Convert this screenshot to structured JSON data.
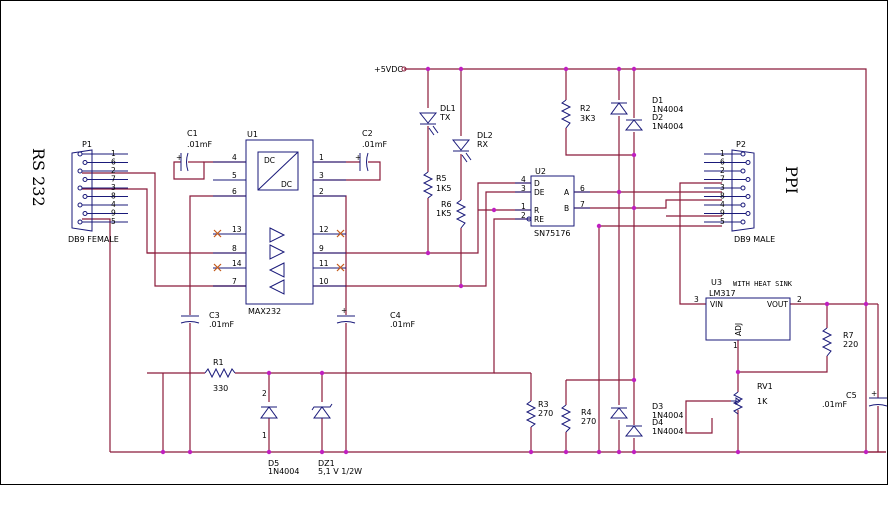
{
  "power": {
    "label": "+5VDC"
  },
  "side_left": "RS 232",
  "side_right": "PPI",
  "connectors": {
    "p1": {
      "ref": "P1",
      "name": "DB9 FEMALE",
      "pins": [
        "1",
        "6",
        "2",
        "7",
        "3",
        "8",
        "4",
        "9",
        "5"
      ]
    },
    "p2": {
      "ref": "P2",
      "name": "DB9 MALE",
      "pins": [
        "1",
        "6",
        "2",
        "7",
        "3",
        "8",
        "4",
        "9",
        "5"
      ]
    }
  },
  "u1": {
    "ref": "U1",
    "name": "MAX232",
    "dc1": "DC",
    "dc2": "DC",
    "left_pins": [
      "4",
      "5",
      "6",
      "13",
      "8",
      "14",
      "7"
    ],
    "right_pins": [
      "1",
      "3",
      "2",
      "12",
      "9",
      "11",
      "10"
    ]
  },
  "u2": {
    "ref": "U2",
    "name": "SN75176",
    "pins": [
      "4",
      "3",
      "1",
      "2",
      "6",
      "7"
    ],
    "labels": [
      "D",
      "DE",
      "R",
      "RE",
      "A",
      "B"
    ]
  },
  "u3": {
    "ref": "U3",
    "name": "LM317",
    "note": "WITH HEAT SINK",
    "vin": "VIN",
    "vout": "VOUT",
    "adj": "ADJ",
    "pin_vin": "3",
    "pin_vout": "2",
    "pin_adj": "1"
  },
  "capacitors": {
    "c1": {
      "ref": "C1",
      "value": ".01mF"
    },
    "c2": {
      "ref": "C2",
      "value": ".01mF"
    },
    "c3": {
      "ref": "C3",
      "value": ".01mF"
    },
    "c4": {
      "ref": "C4",
      "value": ".01mF"
    },
    "c5": {
      "ref": "C5",
      "value": ".01mF"
    }
  },
  "resistors": {
    "r1": {
      "ref": "R1",
      "value": "330"
    },
    "r2": {
      "ref": "R2",
      "value": "3K3"
    },
    "r3": {
      "ref": "R3",
      "value": "270"
    },
    "r4": {
      "ref": "R4",
      "value": "270"
    },
    "r5": {
      "ref": "R5",
      "value": "1K5"
    },
    "r6": {
      "ref": "R6",
      "value": "1K5"
    },
    "r7": {
      "ref": "R7",
      "value": "220"
    },
    "rv1": {
      "ref": "RV1",
      "value": "1K"
    }
  },
  "leds": {
    "dl1": {
      "ref": "DL1",
      "label": "TX"
    },
    "dl2": {
      "ref": "DL2",
      "label": "RX"
    }
  },
  "diodes": {
    "d1": {
      "ref": "D1",
      "value": "1N4004"
    },
    "d2": {
      "ref": "D2",
      "value": "1N4004"
    },
    "d3": {
      "ref": "D3",
      "value": "1N4004"
    },
    "d4": {
      "ref": "D4",
      "value": "1N4004"
    },
    "d5": {
      "ref": "D5",
      "value": "1N4004"
    },
    "dz1": {
      "ref": "DZ1",
      "value": "5,1 V 1/2W"
    },
    "d5_pin_top": "2",
    "d5_pin_bot": "1"
  }
}
